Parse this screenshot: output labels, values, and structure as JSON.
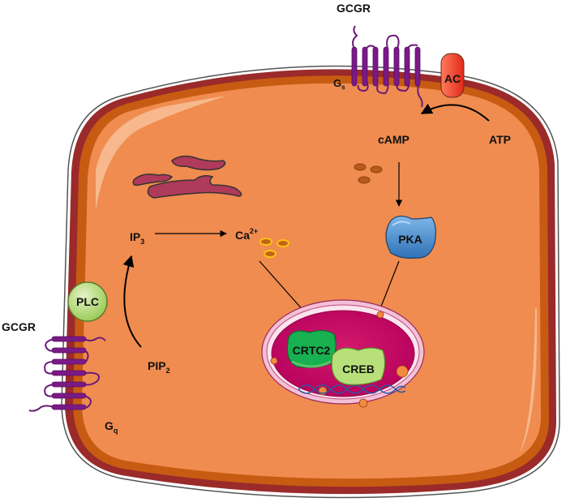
{
  "title": "Glucagon receptor (GCGR) signaling pathway",
  "labels": {
    "gcgr_top": "GCGR",
    "gcgr_left": "GCGR",
    "gs_main": "G",
    "gs_sub": "s",
    "gq_main": "G",
    "gq_sub": "q",
    "ac": "AC",
    "atp": "ATP",
    "camp": "cAMP",
    "pka": "PKA",
    "plc": "PLC",
    "pip2_main": "PIP",
    "pip2_sub": "2",
    "ip3_main": "IP",
    "ip3_sub": "3",
    "ca_main": "Ca",
    "ca_sup": "2+",
    "crtc2": "CRTC2",
    "creb": "CREB"
  },
  "colors": {
    "membrane_outer": "#9b2a2a",
    "membrane_inner": "#c75b12",
    "cytoplasm": "#f08c4f",
    "receptor": "#7a1a86",
    "ac": "#f2593a",
    "pka": "#4a8ed0",
    "plc": "#b9dc7a",
    "nucleus": "#cc0a66",
    "crtc2": "#18b050",
    "creb": "#b8e07a",
    "calcium": "#ffc20e",
    "er": "#b03a5a"
  }
}
